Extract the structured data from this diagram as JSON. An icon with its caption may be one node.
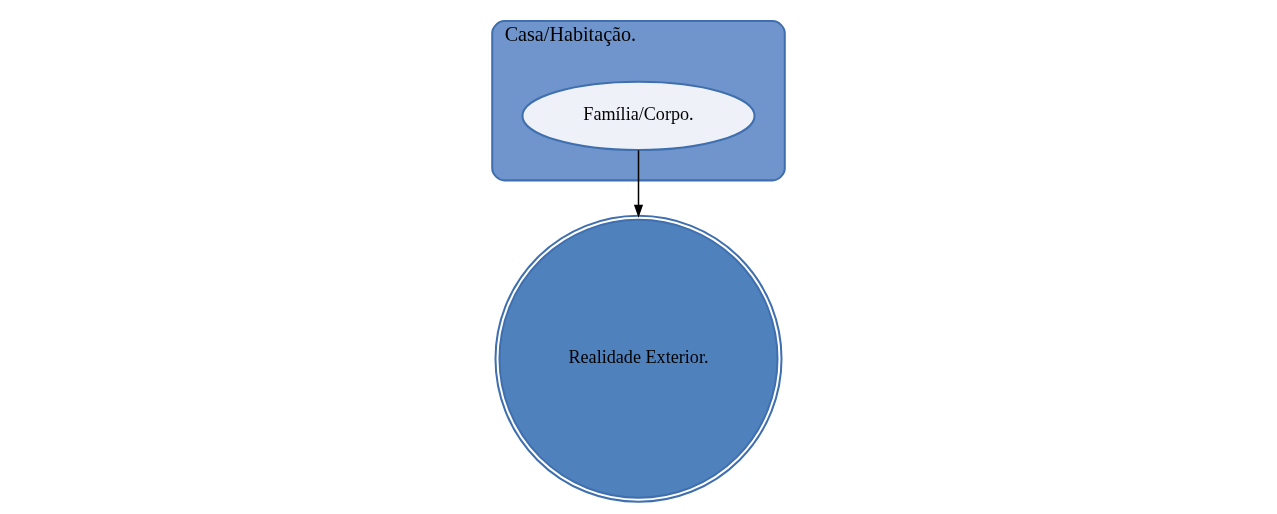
{
  "diagram": {
    "nodes": [
      {
        "text": [
          "Casa/Habitação."
        ]
      },
      {
        "text": [
          "Família/Corpo."
        ],
        "in": 0
      },
      {
        "text": [
          "Realidade Exterior."
        ]
      }
    ],
    "edges": [
      {
        "from": 1,
        "to": 2,
        "arrow": "to"
      }
    ]
  }
}
